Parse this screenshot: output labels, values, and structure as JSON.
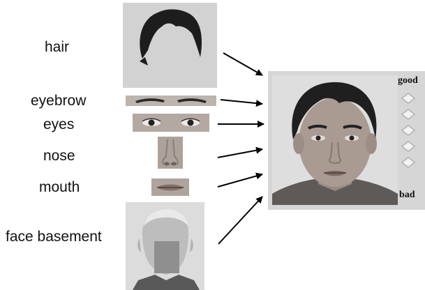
{
  "labels": {
    "hair": "hair",
    "eyebrow": "eyebrow",
    "eyes": "eyes",
    "nose": "nose",
    "mouth": "mouth",
    "face_basement": "face basement"
  },
  "rating_panel": {
    "top_label": "good",
    "bottom_label": "bad",
    "options": 5
  },
  "colors": {
    "panel": "#d6d6d6",
    "part_background": "#d2d2d2",
    "hair": "#1d1d1d",
    "skin": "#a99a92",
    "arrow": "#000000"
  }
}
